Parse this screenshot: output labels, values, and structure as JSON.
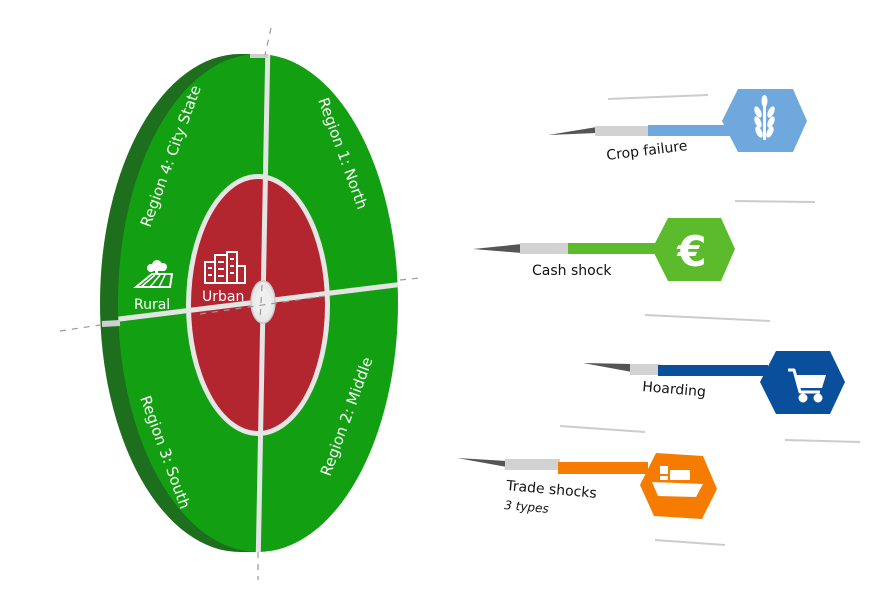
{
  "target": {
    "regions": [
      {
        "label": "Region 1: North"
      },
      {
        "label": "Region 2: Middle"
      },
      {
        "label": "Region 3: South"
      },
      {
        "label": "Region 4: City State"
      }
    ],
    "zones": {
      "rural_label": "Rural",
      "urban_label": "Urban"
    },
    "colors": {
      "rural_green": "#12a012",
      "rural_green_dark": "#1d6e1d",
      "urban_red": "#b32630",
      "divider": "#e4e4e4"
    },
    "icons": {
      "rural": "farm-field-icon",
      "urban": "city-buildings-icon"
    }
  },
  "darts": [
    {
      "label": "Crop failure",
      "icon": "wheat-icon",
      "color": "#6fa8dc"
    },
    {
      "label": "Cash shock",
      "icon": "euro-icon",
      "color": "#5cba2d"
    },
    {
      "label": "Hoarding",
      "icon": "shopping-cart-icon",
      "color": "#0a4f9c"
    },
    {
      "label": "Trade shocks",
      "sublabel": "3 types",
      "icon": "cargo-ship-icon",
      "color": "#f57c00"
    }
  ]
}
